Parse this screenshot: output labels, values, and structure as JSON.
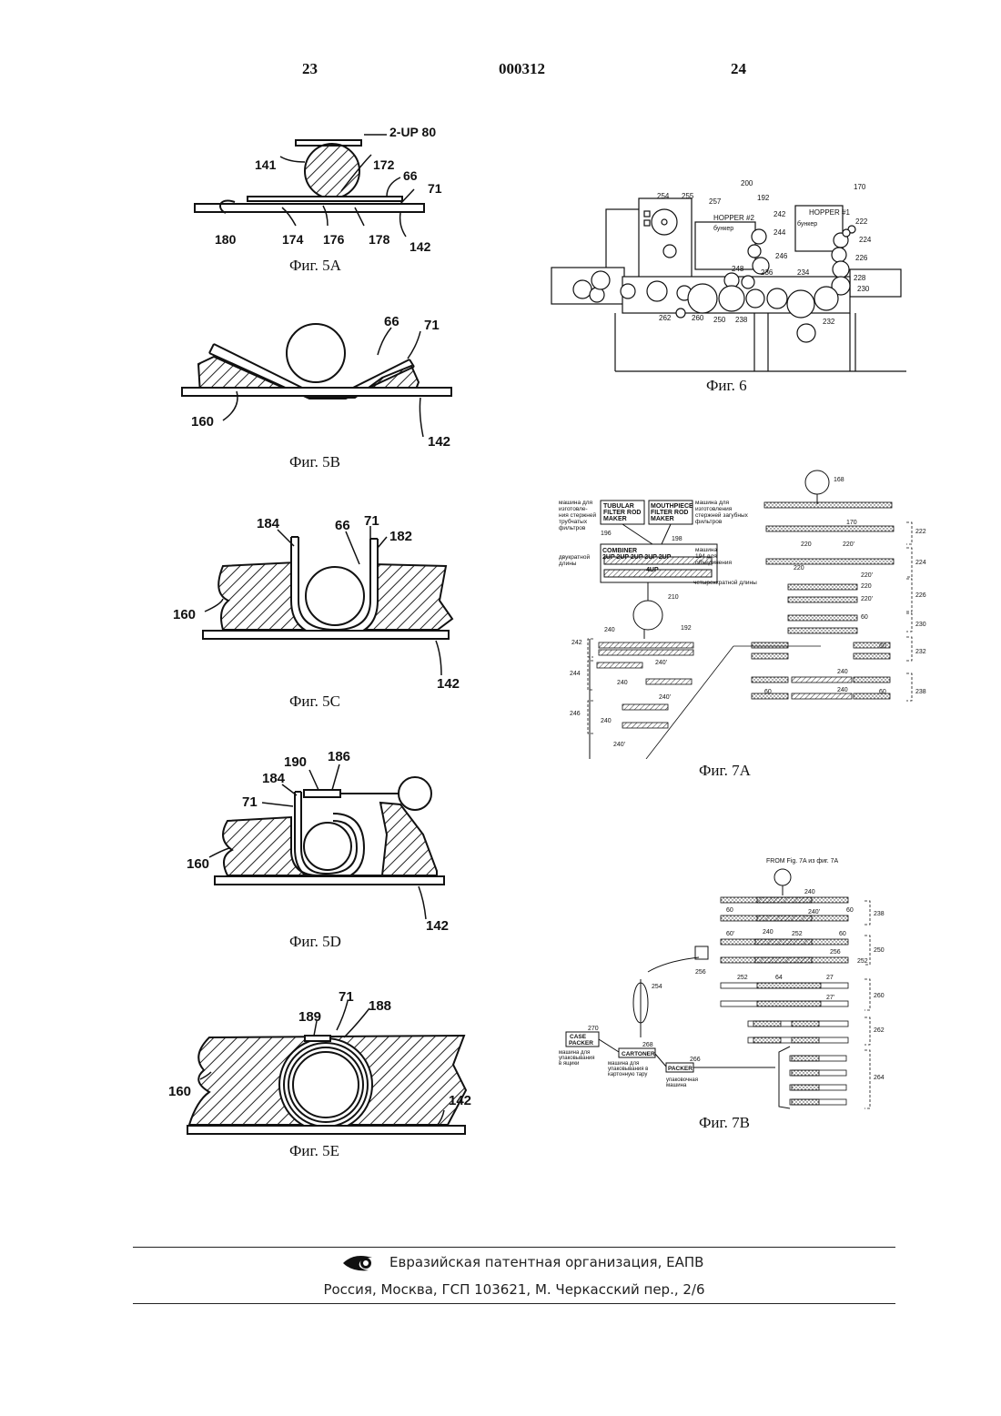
{
  "header": {
    "page_left": "23",
    "doc_number": "000312",
    "page_right": "24"
  },
  "fig5a": {
    "caption": "Фиг. 5A",
    "labels": {
      "2up": "2-UP 80",
      "l141": "141",
      "l172": "172",
      "l66": "66",
      "l71": "71",
      "l180": "180",
      "l174": "174",
      "l176": "176",
      "l178": "178",
      "l142": "142"
    }
  },
  "fig5b": {
    "caption": "Фиг. 5B",
    "labels": {
      "l66": "66",
      "l71": "71",
      "l160": "160",
      "l142": "142"
    }
  },
  "fig5c": {
    "caption": "Фиг. 5C",
    "labels": {
      "l184": "184",
      "l66": "66",
      "l71": "71",
      "l182": "182",
      "l160": "160",
      "l142": "142"
    }
  },
  "fig5d": {
    "caption": "Фиг. 5D",
    "labels": {
      "l190": "190",
      "l186": "186",
      "l184": "184",
      "l71": "71",
      "l160": "160",
      "l142": "142"
    }
  },
  "fig5e": {
    "caption": "Фиг. 5E",
    "labels": {
      "l71": "71",
      "l189": "189",
      "l188": "188",
      "l160": "160",
      "l142": "142"
    }
  },
  "fig6": {
    "caption": "Фиг. 6",
    "hopper2": "HOPPER #2",
    "hopper1": "HOPPER #1",
    "bunker": "бункер",
    "labels": {
      "l200": "200",
      "l170": "170",
      "l254": "254",
      "l255": "255",
      "l257": "257",
      "l192": "192",
      "l242": "242",
      "l244": "244",
      "l246": "246",
      "l248": "248",
      "l236": "236",
      "l234": "234",
      "l222": "222",
      "l224": "224",
      "l226": "226",
      "l228": "228",
      "l230": "230",
      "l262": "262",
      "l260": "260",
      "l250": "250",
      "l238": "238",
      "l232": "232"
    }
  },
  "fig7a": {
    "caption": "Фиг. 7A",
    "tubular": [
      "TUBULAR",
      "FILTER ROD",
      "MAKER"
    ],
    "mouthpiece": [
      "MOUTHPIECE",
      "FILTER ROD",
      "MAKER"
    ],
    "combiner": "COMBINER",
    "twoup_row": "2UP 2UP  2UP  2UP 2UP",
    "fourup": "4UP",
    "note_left1": [
      "машина для",
      "изготовле-",
      "ния стержней",
      "трубчатых",
      "фильтров"
    ],
    "note_right1": [
      "машина для",
      "изготовления",
      "стержней загубных",
      "фильтров"
    ],
    "note_double": [
      "двукратной",
      "длины"
    ],
    "note_combiner": [
      "машина",
      "194 для",
      "объединения"
    ],
    "note_quad": "четырехкратной длины",
    "labels": {
      "l168": "168",
      "l170": "170",
      "l196": "196",
      "l198": "198",
      "l210": "210",
      "l192": "192",
      "l240": "240",
      "l240p": "240'",
      "l220": "220",
      "l220p": "220'",
      "l60": "60",
      "l222": "222",
      "l224": "224",
      "l226": "226",
      "l230": "230",
      "l232": "232",
      "l238": "238",
      "l242": "242",
      "l244": "244",
      "l246": "246"
    }
  },
  "fig7b": {
    "caption": "Фиг. 7B",
    "from": "FROM Fig. 7A  из фиг. 7А",
    "case_packer": [
      "CASE",
      "PACKER"
    ],
    "cartoner": "CARTONER",
    "packer": "PACKER",
    "note_case": [
      "машина для",
      "упаковывания",
      "в ящики"
    ],
    "note_carton": [
      "машина для",
      "упаковывания в",
      "картонную тару"
    ],
    "note_packer": [
      "упаковочная",
      "машина"
    ],
    "labels": {
      "l240": "240",
      "l240p": "240'",
      "l60": "60",
      "l60p": "60'",
      "l238": "238",
      "l252": "252",
      "l256": "256",
      "l250": "250",
      "l254": "254",
      "l64": "64",
      "l27": "27",
      "l27p": "27'",
      "l260": "260",
      "l262": "262",
      "l264": "264",
      "l270": "270",
      "l268": "268",
      "l266": "266"
    }
  },
  "footer": {
    "org": "Евразийская патентная организация, ЕАПВ",
    "address": "Россия, Москва, ГСП 103621, М. Черкасский пер., 2/6"
  }
}
